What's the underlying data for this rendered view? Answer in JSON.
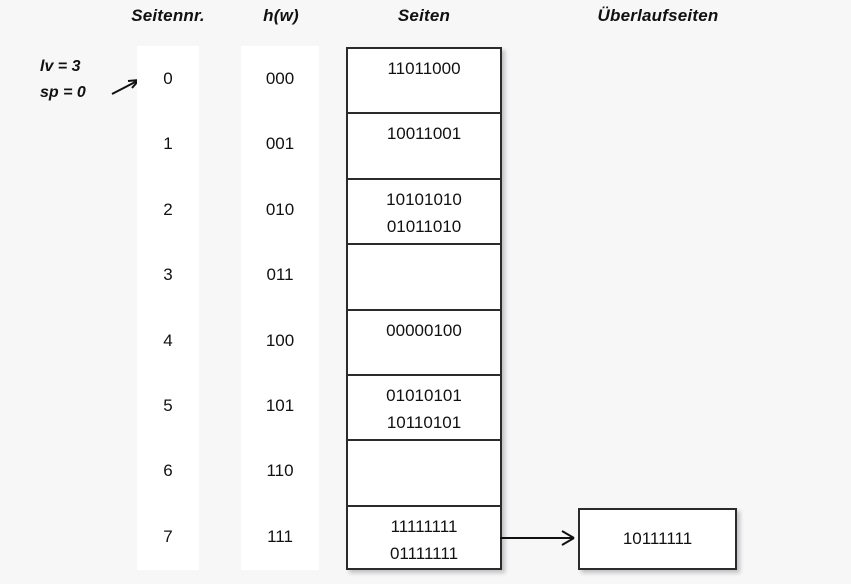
{
  "headers": {
    "seitennr": "Seitennr.",
    "hw": "h(w)",
    "seiten": "Seiten",
    "ueberlaufseiten": "Überlaufseiten"
  },
  "parameters": {
    "lv": "lv = 3",
    "sp": "sp = 0",
    "pointer_icon": "arrow-right-up-icon"
  },
  "colors": {
    "background": "#f7f7f8",
    "column_strip": "#ffffff",
    "box_border": "#2b2b2b",
    "text": "#111111"
  },
  "columns": {
    "page_numbers": [
      "0",
      "1",
      "2",
      "3",
      "4",
      "5",
      "6",
      "7"
    ],
    "hash_values": [
      "000",
      "001",
      "010",
      "011",
      "100",
      "101",
      "110",
      "111"
    ]
  },
  "pages": [
    {
      "index": 0,
      "entries": [
        "11011000"
      ]
    },
    {
      "index": 1,
      "entries": [
        "10011001"
      ]
    },
    {
      "index": 2,
      "entries": [
        "10101010",
        "01011010"
      ]
    },
    {
      "index": 3,
      "entries": []
    },
    {
      "index": 4,
      "entries": [
        "00000100"
      ]
    },
    {
      "index": 5,
      "entries": [
        "01010101",
        "10110101"
      ]
    },
    {
      "index": 6,
      "entries": []
    },
    {
      "index": 7,
      "entries": [
        "11111111",
        "01111111"
      ]
    }
  ],
  "overflow_pages": [
    {
      "from_page": 7,
      "entries": [
        "10111111"
      ],
      "connector_icon": "arrow-right-icon"
    }
  ]
}
